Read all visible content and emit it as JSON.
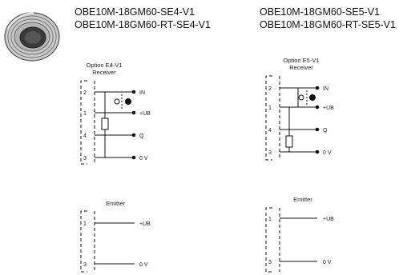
{
  "header": {
    "left_parts": [
      "OBE10M-18GM60-SE4-V1",
      "OBE10M-18GM60-RT-SE4-V1"
    ],
    "right_parts": [
      "OBE10M-18GM60-SE5-V1",
      "OBE10M-18GM60-RT-SE5-V1"
    ]
  },
  "diagrams": {
    "e4_receiver": {
      "title_line1": "Option E4-V1",
      "title_line2": "Receiver",
      "pins": [
        "2",
        "1",
        "4",
        "3"
      ],
      "signals": [
        "IN",
        "+UB",
        "Q",
        "0 V"
      ]
    },
    "e5_receiver": {
      "title_line1": "Option E5-V1",
      "title_line2": "Receiver",
      "pins": [
        "2",
        "1",
        "4",
        "3"
      ],
      "signals": [
        "IN",
        "+UB",
        "Q",
        "0 V"
      ]
    },
    "e4_emitter": {
      "title": "Emitter",
      "pins": [
        "1",
        "3"
      ],
      "signals": [
        "+UB",
        "0 V"
      ]
    },
    "e5_emitter": {
      "title": "Emitter",
      "pins": [
        "1",
        "3"
      ],
      "signals": [
        "+UB",
        "0 V"
      ]
    }
  }
}
